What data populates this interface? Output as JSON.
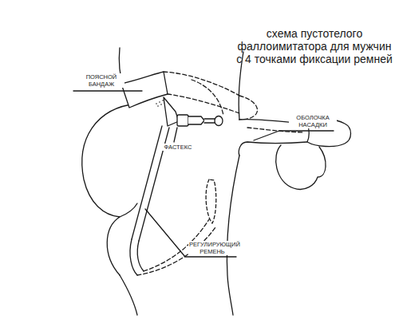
{
  "diagram": {
    "title": "схема пустотелого фаллоимитатора для мужчин с 4 точками фиксации ремней",
    "labels": [
      "ПОЯСНОЙ БАНДАЖ",
      "ОБОЛОЧКА НАСАДКИ",
      "ФАСТЕКС",
      "РЕГУЛИРУЮЩИЙ РЕМЕНЬ"
    ]
  }
}
